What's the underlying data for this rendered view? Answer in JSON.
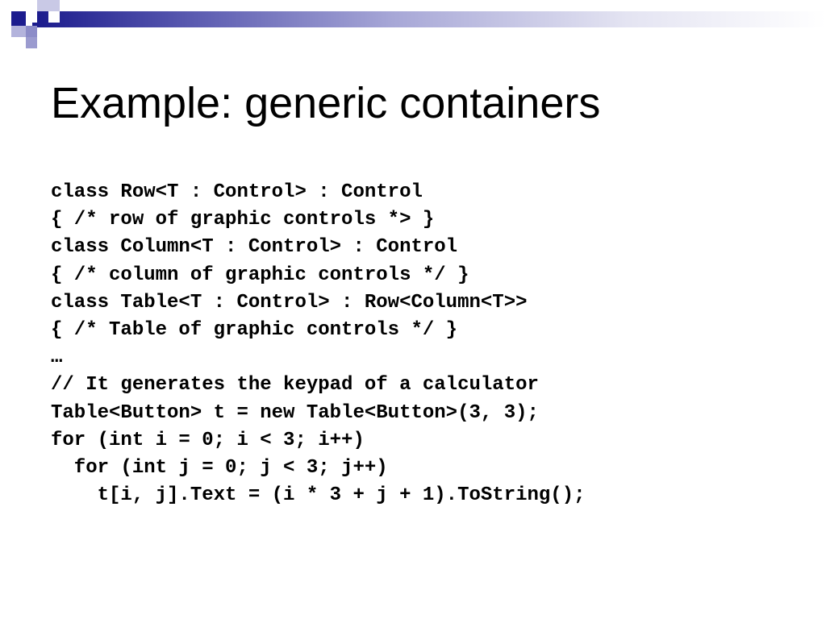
{
  "slide": {
    "title": "Example: generic containers",
    "code_lines": [
      "class Row<T : Control> : Control",
      "{ /* row of graphic controls *> }",
      "class Column<T : Control> : Control",
      "{ /* column of graphic controls */ }",
      "class Table<T : Control> : Row<Column<T>>",
      "{ /* Table of graphic controls */ }",
      "…",
      "// It generates the keypad of a calculator",
      "Table<Button> t = new Table<Button>(3, 3);",
      "for (int i = 0; i < 3; i++)",
      "  for (int j = 0; j < 3; j++)",
      "    t[i, j].Text = (i * 3 + j + 1).ToString();"
    ]
  },
  "colors": {
    "accent": "#1c1c8e",
    "text": "#000000",
    "background": "#ffffff"
  }
}
